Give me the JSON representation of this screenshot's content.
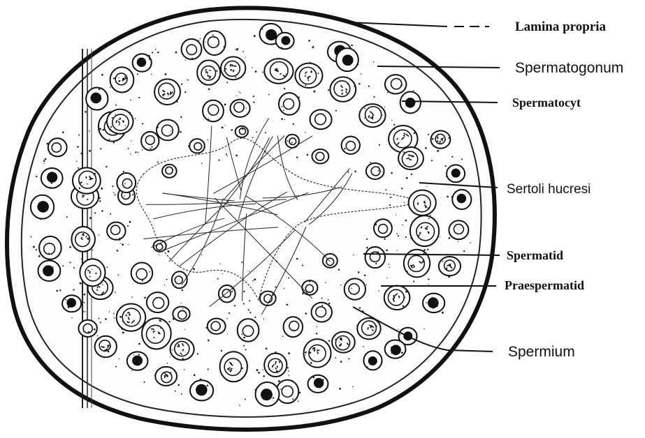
{
  "labels": {
    "lamina_propria": "Lamina propria",
    "spermatogonum": "Spermatogonum",
    "spermatocyt": "Spermatocyt",
    "sertoli": "Sertoli hucresi",
    "spermatid": "Spermatid",
    "praespermatid": "Praespermatid",
    "spermium": "Spermium"
  },
  "colors": {
    "ink": "#111111",
    "paper": "#ffffff"
  },
  "icons": {
    "figure": "seminiferous-tubule-cross-section-illustration"
  }
}
